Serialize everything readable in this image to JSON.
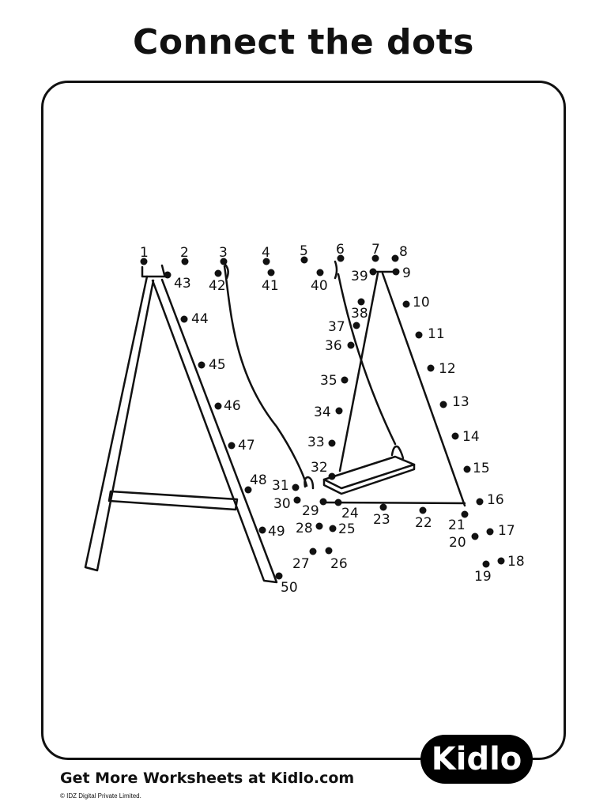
{
  "header": {
    "title": "Connect the dots"
  },
  "footer": {
    "cta": "Get More Worksheets at Kidlo.com",
    "copyright": "© IDZ Digital Private Limited."
  },
  "brand": {
    "logo_text": "Kidlo",
    "logo_bg": "#000000",
    "logo_fg": "#ffffff"
  },
  "dots": [
    "1",
    "2",
    "3",
    "4",
    "5",
    "6",
    "7",
    "8",
    "9",
    "10",
    "11",
    "12",
    "13",
    "14",
    "15",
    "16",
    "17",
    "18",
    "19",
    "20",
    "21",
    "22",
    "23",
    "24",
    "25",
    "26",
    "27",
    "28",
    "29",
    "30",
    "31",
    "32",
    "33",
    "34",
    "35",
    "36",
    "37",
    "38",
    "39",
    "40",
    "41",
    "42",
    "43",
    "44",
    "45",
    "46",
    "47",
    "48",
    "49",
    "50"
  ]
}
